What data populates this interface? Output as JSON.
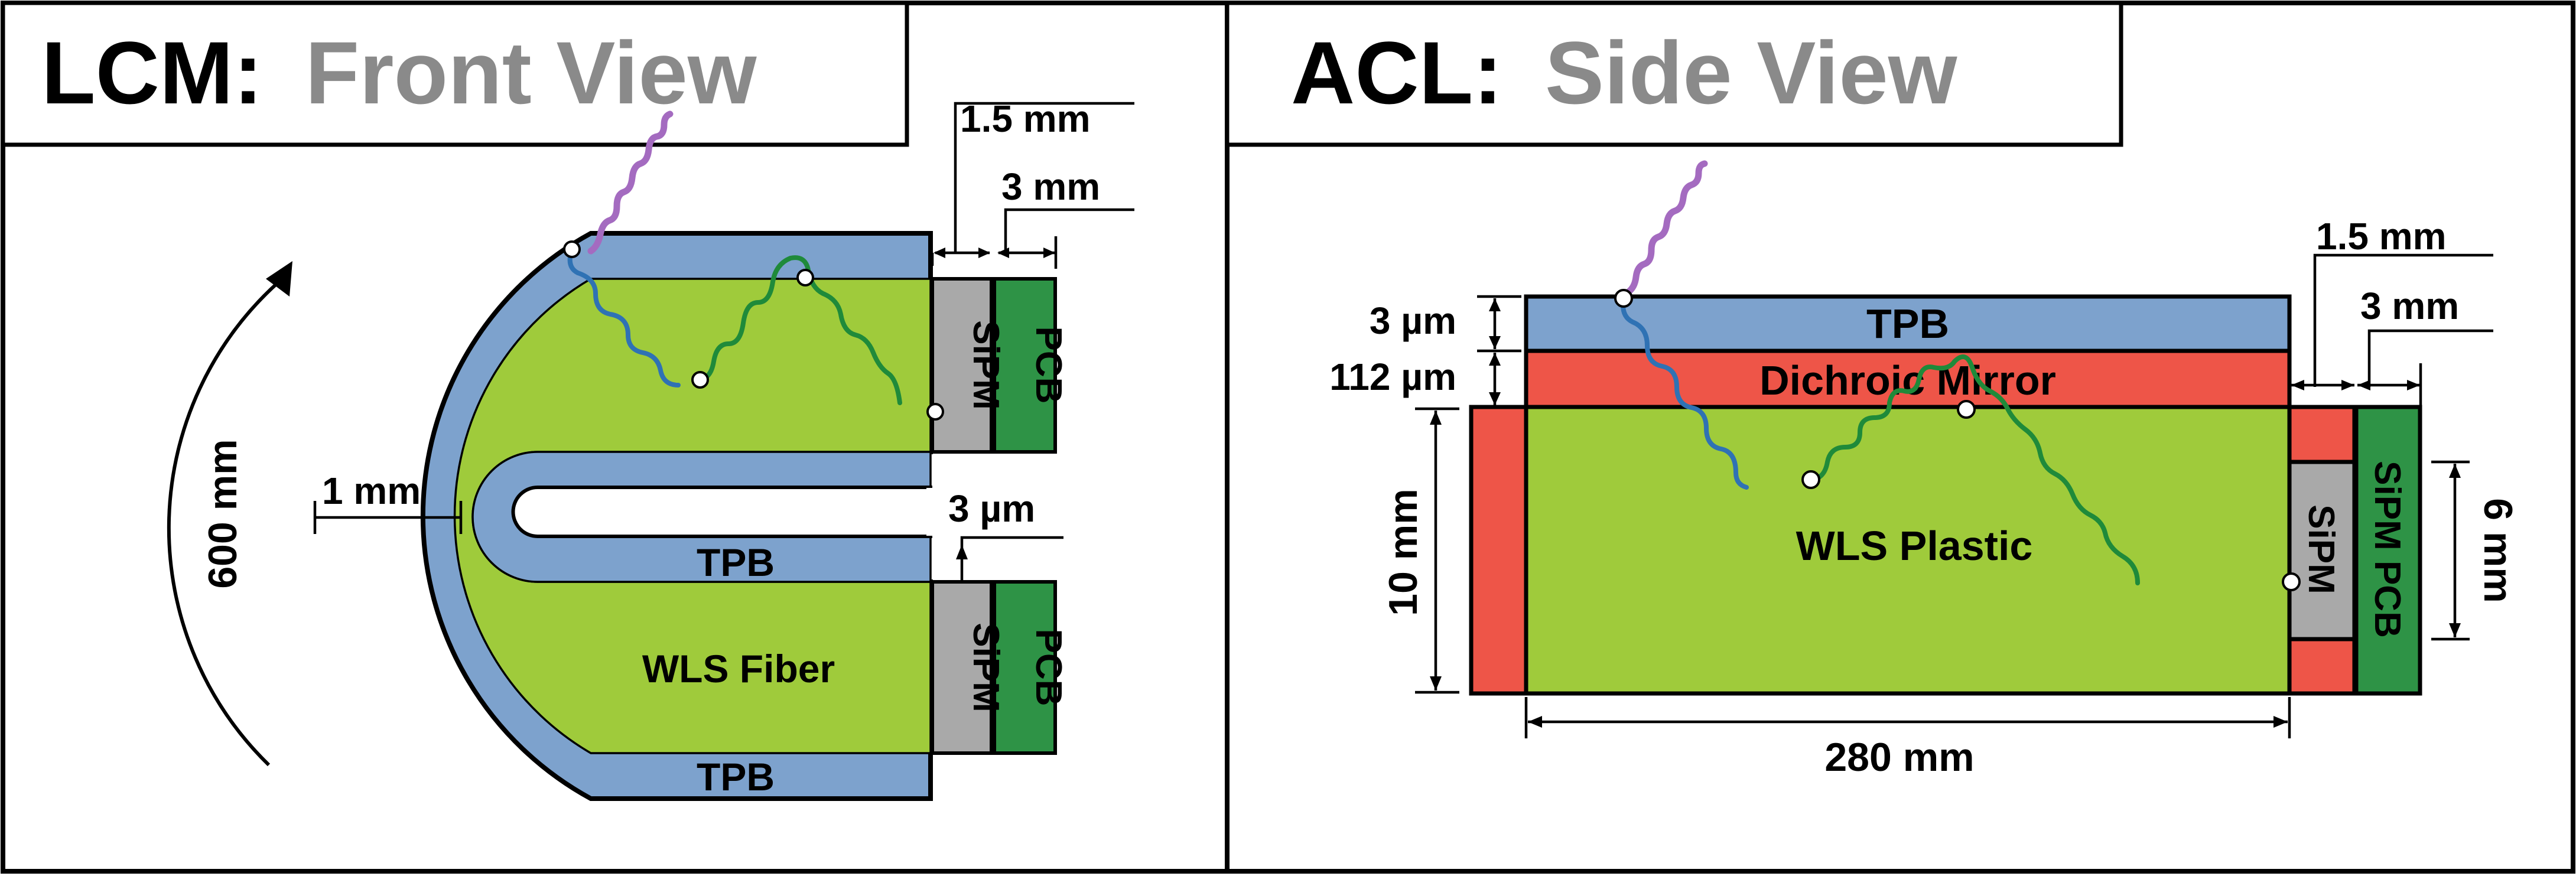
{
  "lcm": {
    "title_strong": "LCM:",
    "title_soft": "Front View",
    "dims": {
      "gap": "1.5 mm",
      "pcb": "3 mm",
      "tpb": "3 µm",
      "fiber": "1 mm",
      "length": "600 mm"
    },
    "labels": {
      "sipm": "SiPM",
      "pcb": "PCB",
      "tpb": "TPB",
      "fiber": "WLS Fiber"
    }
  },
  "acl": {
    "title_strong": "ACL:",
    "title_soft": "Side View",
    "dims": {
      "gap": "1.5 mm",
      "pcb": "3 mm",
      "tpb": "3 µm",
      "mirror": "112 µm",
      "height": "10 mm",
      "sipm": "6 mm",
      "length": "280 mm"
    },
    "labels": {
      "tpb": "TPB",
      "mirror": "Dichroic Mirror",
      "plastic": "WLS Plastic",
      "sipm": "SiPM",
      "sipm_pcb": "SiPM PCB"
    }
  },
  "colors": {
    "tpb": "#7da2cd",
    "green": "#9fcb3b",
    "sipm": "#a9a9a9",
    "pcb": "#2e9346",
    "mirror": "#ee5548",
    "photon": "#a46bc0",
    "blue_light": "#2f72b4",
    "green_light": "#1f8a3a"
  }
}
